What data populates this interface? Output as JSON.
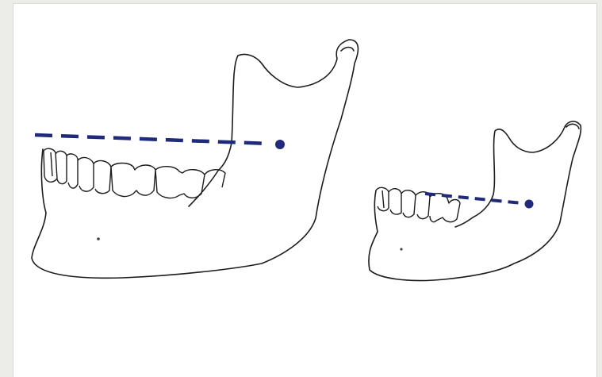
{
  "colors": {
    "background": "#ecede8",
    "panel": "#ffffff",
    "outline": "#1c1c1c",
    "reference_line": "#1f2a7a"
  },
  "figure": {
    "items": [
      {
        "name": "adult-mandible",
        "size": "large"
      },
      {
        "name": "child-mandible",
        "size": "small"
      }
    ]
  }
}
